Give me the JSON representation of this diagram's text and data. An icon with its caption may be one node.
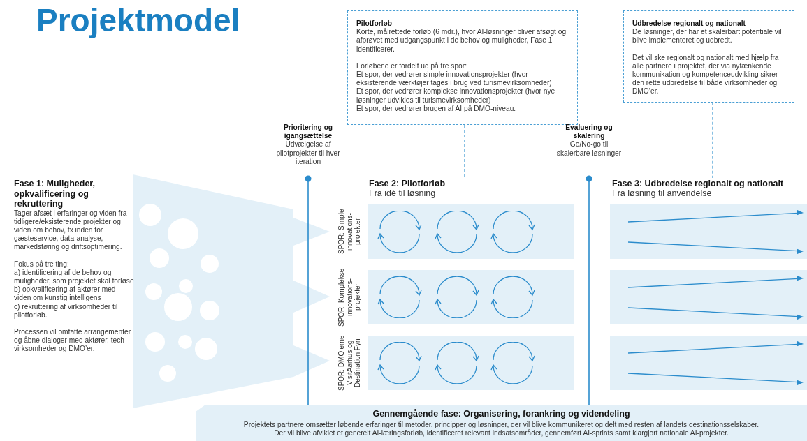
{
  "diagram": {
    "title": "Projektmodel",
    "nodes": [
      {
        "text": [
          "Pilotforløb",
          "Korte, målrettede forløb (6 mdr.), hvor AI-løsninger bliver afsøgt og afprøvet med udgangspunkt i de behov og muligheder, Fase 1 identificerer.",
          "Forløbene er fordelt ud på tre spor:",
          "Et spor, der vedrører simple innovationsprojekter (hvor eksisterende værktøjer tages i brug ved turismevirksomheder)",
          "Et spor, der vedrører komplekse innovationsprojekter (hvor nye løsninger udvikles til turismevirksomheder)",
          "Et spor, der vedrører brugen af AI på DMO-niveau."
        ]
      },
      {
        "text": [
          "Udbredelse regionalt og nationalt",
          "De løsninger, der har et skalerbart potentiale vil blive implementeret og udbredt.",
          "Det vil ske regionalt og nationalt med hjælp fra alle partnere i projektet, der via nytænkende kommunikation og kompetenceudvikling sikrer den rette udbredelse til både virksomheder og DMO’er."
        ]
      },
      {
        "text": [
          "Fase 2: Pilotforløb",
          "Fra idé til løsning"
        ]
      },
      {
        "text": [
          "Fase 3: Udbredelse regionalt og nationalt",
          "Fra løsning til anvendelse"
        ]
      },
      {
        "text": [],
        "shape": "box",
        "beside": [
          "SPOR: Simple innovations-projekter"
        ]
      },
      {
        "text": [],
        "shape": "box",
        "beside": [
          "SPOR: Komplekse innovations-projekter"
        ]
      },
      {
        "text": [],
        "shape": "box",
        "beside": [
          "SPOR: DMO’erne VisitAarhus og Destination Fyn"
        ]
      },
      {
        "text": [],
        "shape": "box"
      },
      {
        "text": [],
        "shape": "box"
      },
      {
        "text": [],
        "shape": "box"
      },
      {
        "text": [
          "Gennemgående fase: Organisering, forankring og videndeling",
          "Projektets partnere omsætter løbende erfaringer til metoder, principper og løsninger, der vil blive kommunikeret og delt med resten af landets destinationsselskaber.",
          "Der vil blive afviklet et generelt AI-læringsforløb, identificeret relevant indsatsområder, gennemført AI-sprints samt klargjort nationale AI-projekter."
        ]
      }
    ],
    "edges": [
      {
        "from": 0,
        "to": 2,
        "arrow": "none",
        "style": "dashed"
      },
      {
        "from": 1,
        "to": 3,
        "arrow": "none",
        "style": "dashed"
      }
    ],
    "labels": [
      "Fase 1: Muligheder, opkvalificering og rekruttering",
      "Tager afsæt i erfaringer og viden fra tidligere/eksisterende projekter og viden om behov, fx inden for gæsteservice, data-analyse, markedsføring og driftsoptimering.",
      "Fokus på tre ting:",
      "a) identificering af de behov og muligheder, som projektet skal forløse",
      "b) opkvalificering af aktører med viden om kunstig intelligens",
      "c) rekruttering af virksomheder til pilotforløb.",
      "Processen vil omfatte arrangementer og åbne dialoger med aktører, tech-virksomheder og DMO’er.",
      "Prioritering og igangsættelse",
      "Udvælgelse af pilotprojekter til hver iteration",
      "Evaluering og skalering",
      "Go/No-go til skalerbare løsninger"
    ]
  }
}
